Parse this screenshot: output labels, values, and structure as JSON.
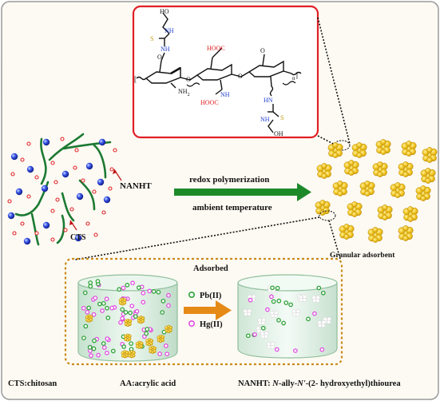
{
  "labels": {
    "nanht": "NANHT",
    "cts": "CTS",
    "reaction_top": "redox polymerization",
    "reaction_bottom": "ambient temperature",
    "granular": "Granular adsorbent",
    "adsorbed": "Adsorbed",
    "pb": "Pb(II)",
    "hg": "Hg(II)"
  },
  "footer": {
    "cts_def": "CTS:chitosan",
    "aa_def": "AA:acrylic acid",
    "nanht_prefix": "NANHT: ",
    "nanht_n1": "N",
    "nanht_mid1": "-ally-",
    "nanht_n2": "N'",
    "nanht_tail": "-(2- hydroxyethyl)thiourea"
  },
  "structure": {
    "ho_top": "HO",
    "nh_top": "NH",
    "s_top": "S",
    "hooc_top": "HOOC",
    "o1": "O",
    "o2": "O",
    "o3": "O",
    "o4": "O",
    "nh2": "NH",
    "nh2_sub": "2",
    "nh_mid": "NH",
    "hooc_low": "HOOC",
    "hn_low": "HN",
    "nh_low": "NH",
    "s_low": "S",
    "oh_low": "OH",
    "n_sub": "n"
  },
  "colors": {
    "background": "#fdfaf3",
    "frame_border": "#9a9a9a",
    "structure_border": "#e11f26",
    "arrow_green": "#1d8a2a",
    "arrow_orange": "#e68a17",
    "granule": "#efc21f",
    "chain_green": "#1c7a32",
    "pb_green": "#2fa23a",
    "hg_magenta": "#e050e0",
    "blue_sphere": "#2a3fd6",
    "red_dot": "#e02424",
    "dotted_box": "#c98a1a",
    "acid_red": "#e02020",
    "amine_blue": "#1c3fd0",
    "sulfur": "#c8a020"
  }
}
